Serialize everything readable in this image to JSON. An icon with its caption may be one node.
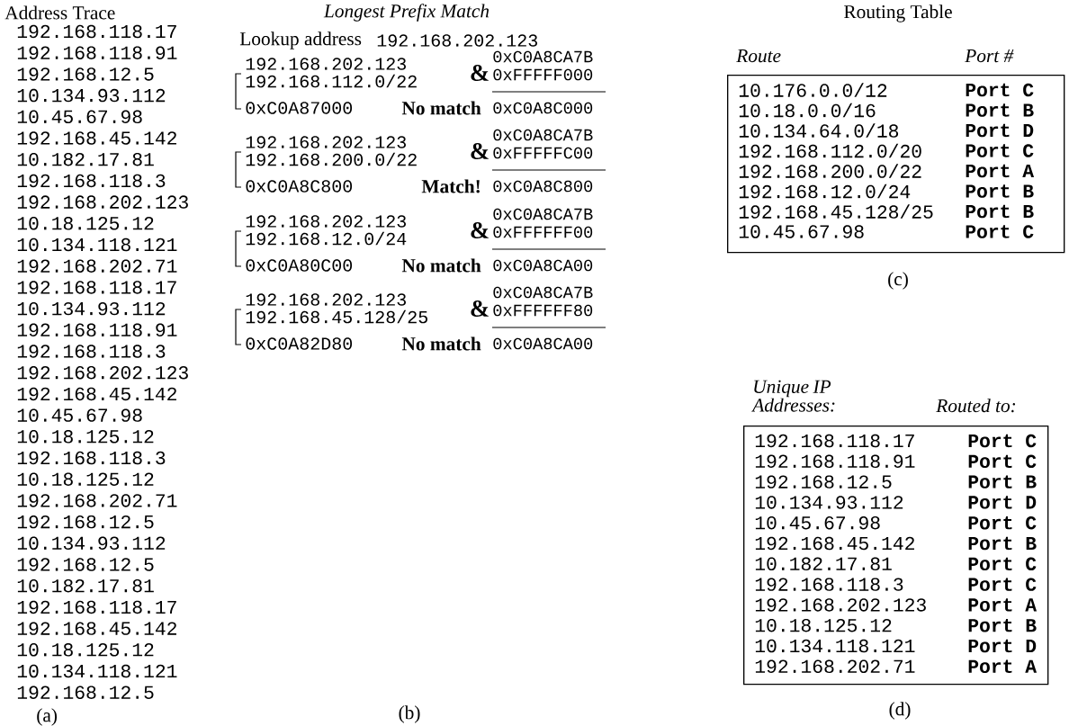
{
  "diagram": {
    "nodes": [
      {
        "text": [
          "Route",
          "Port #",
          "10.176.0.0/12",
          "Port C",
          "10.18.0.0/16",
          "Port B",
          "10.134.64.0/18",
          "Port D",
          "192.168.112.0/20",
          "Port C",
          "192.168.200.0/22",
          "Port A",
          "192.168.12.0/24",
          "Port B",
          "192.168.45.128/25",
          "Port B",
          "10.45.67.98",
          "Port C"
        ]
      },
      {
        "text": [
          "Unique IP Addresses:",
          "Routed to:",
          "192.168.118.17",
          "Port C",
          "192.168.118.91",
          "Port C",
          "192.168.12.5",
          "Port B",
          "10.134.93.112",
          "Port D",
          "10.45.67.98",
          "Port C",
          "192.168.45.142",
          "Port B",
          "10.182.17.81",
          "Port C",
          "192.168.118.3",
          "Port C",
          "192.168.202.123",
          "Port A",
          "10.18.125.12",
          "Port B",
          "10.134.118.121",
          "Port D",
          "192.168.202.71",
          "Port A"
        ]
      }
    ],
    "labels": [
      "Address Trace",
      "192.168.118.17",
      "192.168.118.91",
      "192.168.12.5",
      "10.134.93.112",
      "10.45.67.98",
      "192.168.45.142",
      "10.182.17.81",
      "192.168.118.3",
      "192.168.202.123",
      "10.18.125.12",
      "10.134.118.121",
      "192.168.202.71",
      "192.168.118.17",
      "10.134.93.112",
      "192.168.118.91",
      "192.168.118.3",
      "192.168.202.123",
      "192.168.45.142",
      "10.45.67.98",
      "10.18.125.12",
      "192.168.118.3",
      "10.18.125.12",
      "192.168.202.71",
      "192.168.12.5",
      "10.134.93.112",
      "192.168.12.5",
      "10.182.17.81",
      "192.168.118.17",
      "192.168.45.142",
      "10.18.125.12",
      "10.134.118.121",
      "192.168.12.5",
      "(a)",
      "Longest Prefix Match",
      "Lookup address",
      "192.168.202.123",
      "192.168.202.123",
      "&",
      "0xC0A8CA7B",
      "192.168.112.0/22",
      "0xFFFFF000",
      "0xC0A87000",
      "No match",
      "0xC0A8C000",
      "192.168.202.123",
      "&",
      "0xC0A8CA7B",
      "192.168.200.0/22",
      "0xFFFFFC00",
      "0xC0A8C800",
      "Match!",
      "0xC0A8C800",
      "192.168.202.123",
      "&",
      "0xC0A8CA7B",
      "192.168.12.0/24",
      "0xFFFFFF00",
      "0xC0A80C00",
      "No match",
      "0xC0A8CA00",
      "192.168.202.123",
      "&",
      "0xC0A8CA7B",
      "192.168.45.128/25",
      "0xFFFFFF80",
      "0xC0A82D80",
      "No match",
      "0xC0A8CA00",
      "(b)",
      "Routing Table",
      "(c)",
      "(d)"
    ]
  }
}
